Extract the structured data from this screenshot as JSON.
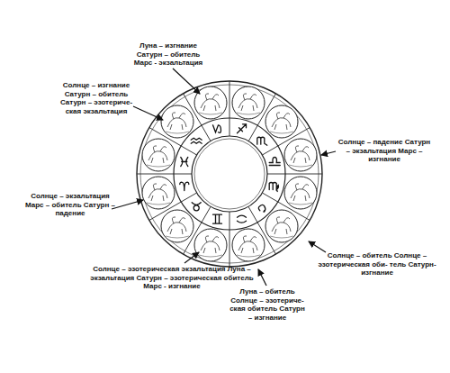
{
  "diagram": {
    "labels": [
      "Луна – изгнание Сатурн – обитель Марс - экзальтация",
      "Солнце – изгнание Сатурн – обитель Сатурн – эзотериче- ская экзальтация",
      "Солнце – падение Сатурн – экзальтация Марс – изгнание",
      "Солнце – экзальтация Марс – обитель Сатурн – падение",
      "Солнце – эзотерическая экзальтация Луна – экзальтация Сатурн – эзотерическая обитель Марс - изгнание",
      "Луна – обитель Солнце – эзотериче- ская обитель Сатурн – изгнание",
      "Солнце – обитель Солнце – эзотерическая оби- тель Сатурн- изгнание"
    ]
  }
}
